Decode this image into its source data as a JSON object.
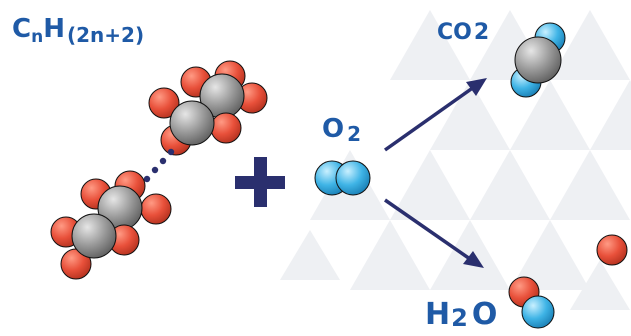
{
  "labels": {
    "formula": {
      "main": "C",
      "sub1": "n",
      "main2": "H",
      "sub2": "(2n+2)"
    },
    "oxygen": {
      "main": "O",
      "sub": "2"
    },
    "carbon_dioxide": {
      "main": "CO",
      "sub": "2"
    },
    "water": {
      "main": "H",
      "sub": "2",
      "tail": "O"
    }
  },
  "symbols": {
    "plus": "plus-sign",
    "ellipsis": "chain-continuation-dots",
    "arrows": "reaction-arrow"
  },
  "colors": {
    "label": "#1f5aa6",
    "plus": "#2a2f6e",
    "arrow": "#2a2f6e",
    "carbon": "#8e8e8e",
    "hydrogen": "#e8503a",
    "oxygen": "#3fb4e6",
    "background_pattern": "#eef0f3"
  }
}
